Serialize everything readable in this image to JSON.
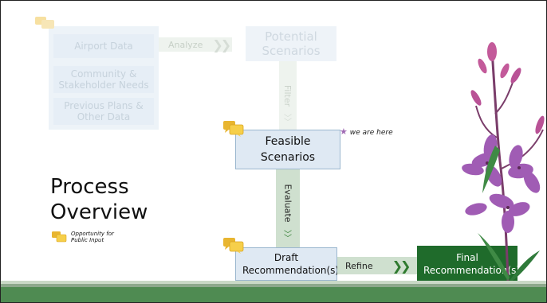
{
  "diagram": {
    "inputs": [
      "Airport Data",
      "Community & Stakeholder Needs",
      "Previous Plans & Other Data"
    ],
    "analyze_label": "Analyze",
    "potential_label": "Potential Scenarios",
    "filter_label": "Filter",
    "feasible_label": "Feasible Scenarios",
    "evaluate_label": "Evaluate",
    "draft_label": "Draft Recommendation(s)",
    "refine_label": "Refine",
    "final_label": "Final Recommendation(s)",
    "we_are_here": "we are here"
  },
  "title": "Process Overview",
  "legend_text": "Opportunity for Public Input",
  "colors": {
    "accent_green": "#1f6b2b",
    "connector_green": "#cfe0cf",
    "box_blue": "#dfe9f3",
    "star_purple": "#a06bb4",
    "bubble_yellow": "#f2c94c",
    "flower_purple": "#a05cb4"
  },
  "icons": [
    "speech-bubbles-icon",
    "star-icon",
    "chevron-icon",
    "fireweed-flower-illustration"
  ]
}
